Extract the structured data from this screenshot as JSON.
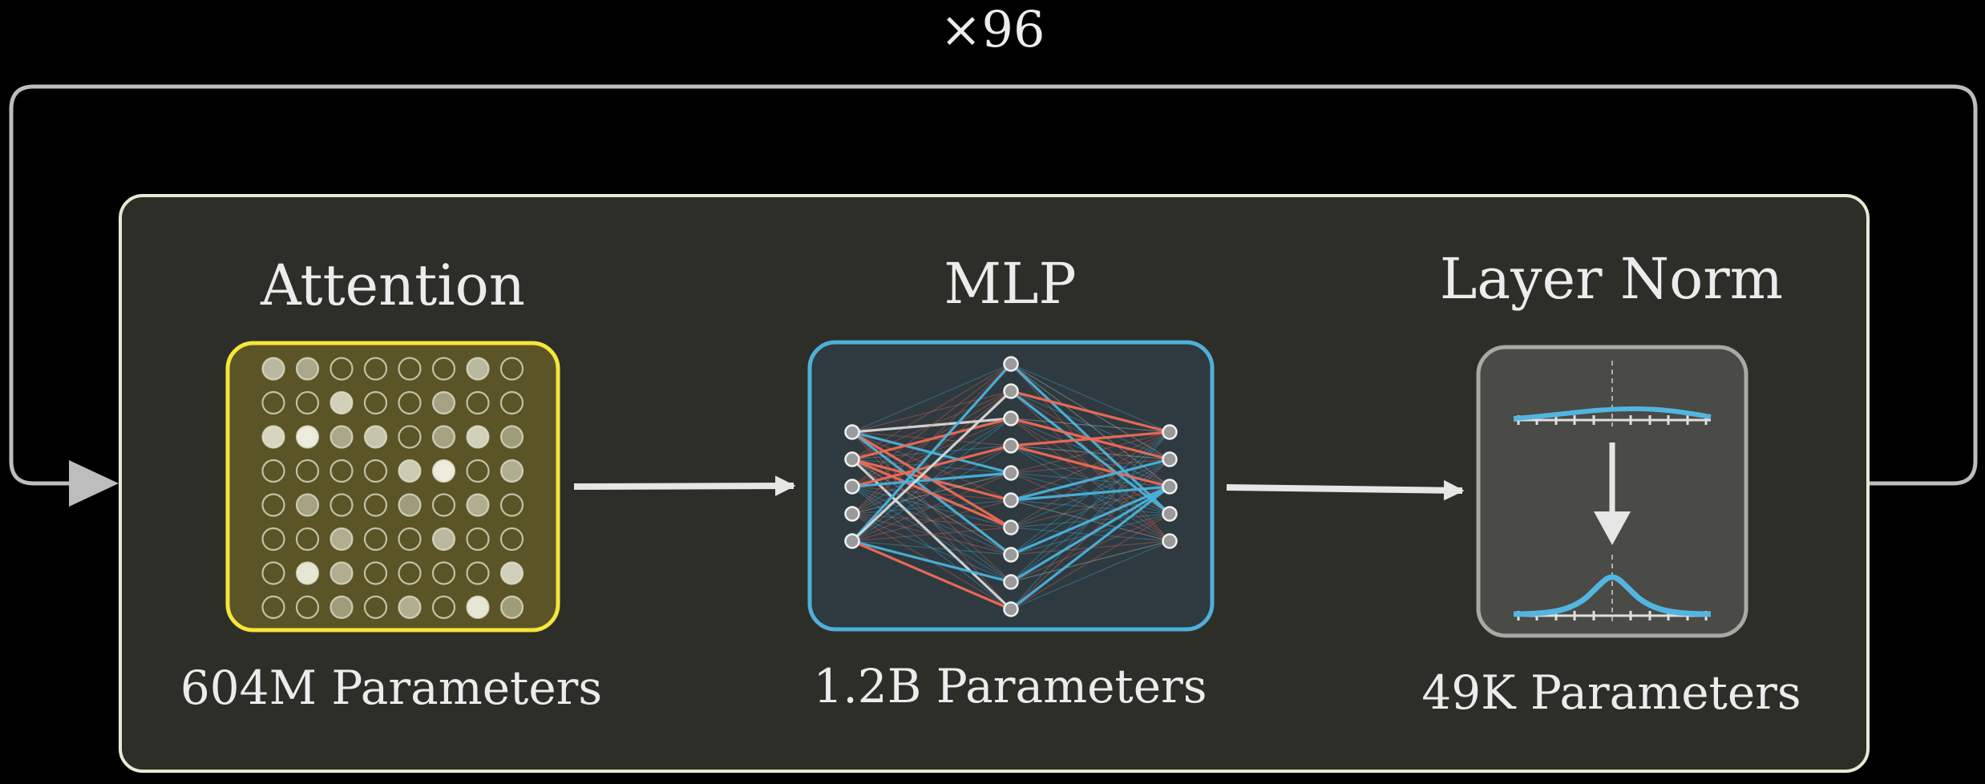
{
  "repeat_label": "×96",
  "blocks": {
    "attention": {
      "title": "Attention",
      "params": "604M Parameters",
      "color": "#f5e63a"
    },
    "mlp": {
      "title": "MLP",
      "params": "1.2B Parameters",
      "color": "#4fb0d8"
    },
    "layer_norm": {
      "title": "Layer Norm",
      "params": "49K Parameters",
      "color": "#a8a8a4"
    }
  },
  "attention_grid": [
    [
      0.55,
      0.4,
      0,
      0,
      0,
      0,
      0.55,
      0
    ],
    [
      0,
      0,
      0.75,
      0,
      0,
      0.35,
      0,
      0
    ],
    [
      0.8,
      1.0,
      0.4,
      0.65,
      0,
      0.35,
      0.75,
      0.3
    ],
    [
      0,
      0,
      0,
      0,
      0.7,
      1.0,
      0,
      0.45
    ],
    [
      0,
      0.35,
      0,
      0,
      0.3,
      0,
      0.45,
      0
    ],
    [
      0,
      0,
      0.45,
      0,
      0,
      0.55,
      0,
      0
    ],
    [
      0,
      0.95,
      0.45,
      0,
      0,
      0,
      0,
      0.75
    ],
    [
      0,
      0,
      0.3,
      0,
      0.45,
      0,
      0.95,
      0.3
    ]
  ],
  "colors": {
    "background": "#000000",
    "frame_fill": "#2e2e29",
    "frame_stroke": "#e9e9d4",
    "loop_line": "#bdbdbd",
    "arrow": "#e6e6e6",
    "mlp_red": "#f06a55",
    "mlp_blue": "#4ab2dc",
    "curve": "#52b6e0"
  },
  "icons": [
    "attention-pattern-grid",
    "neural-network-graph",
    "normal-distribution-curve"
  ]
}
